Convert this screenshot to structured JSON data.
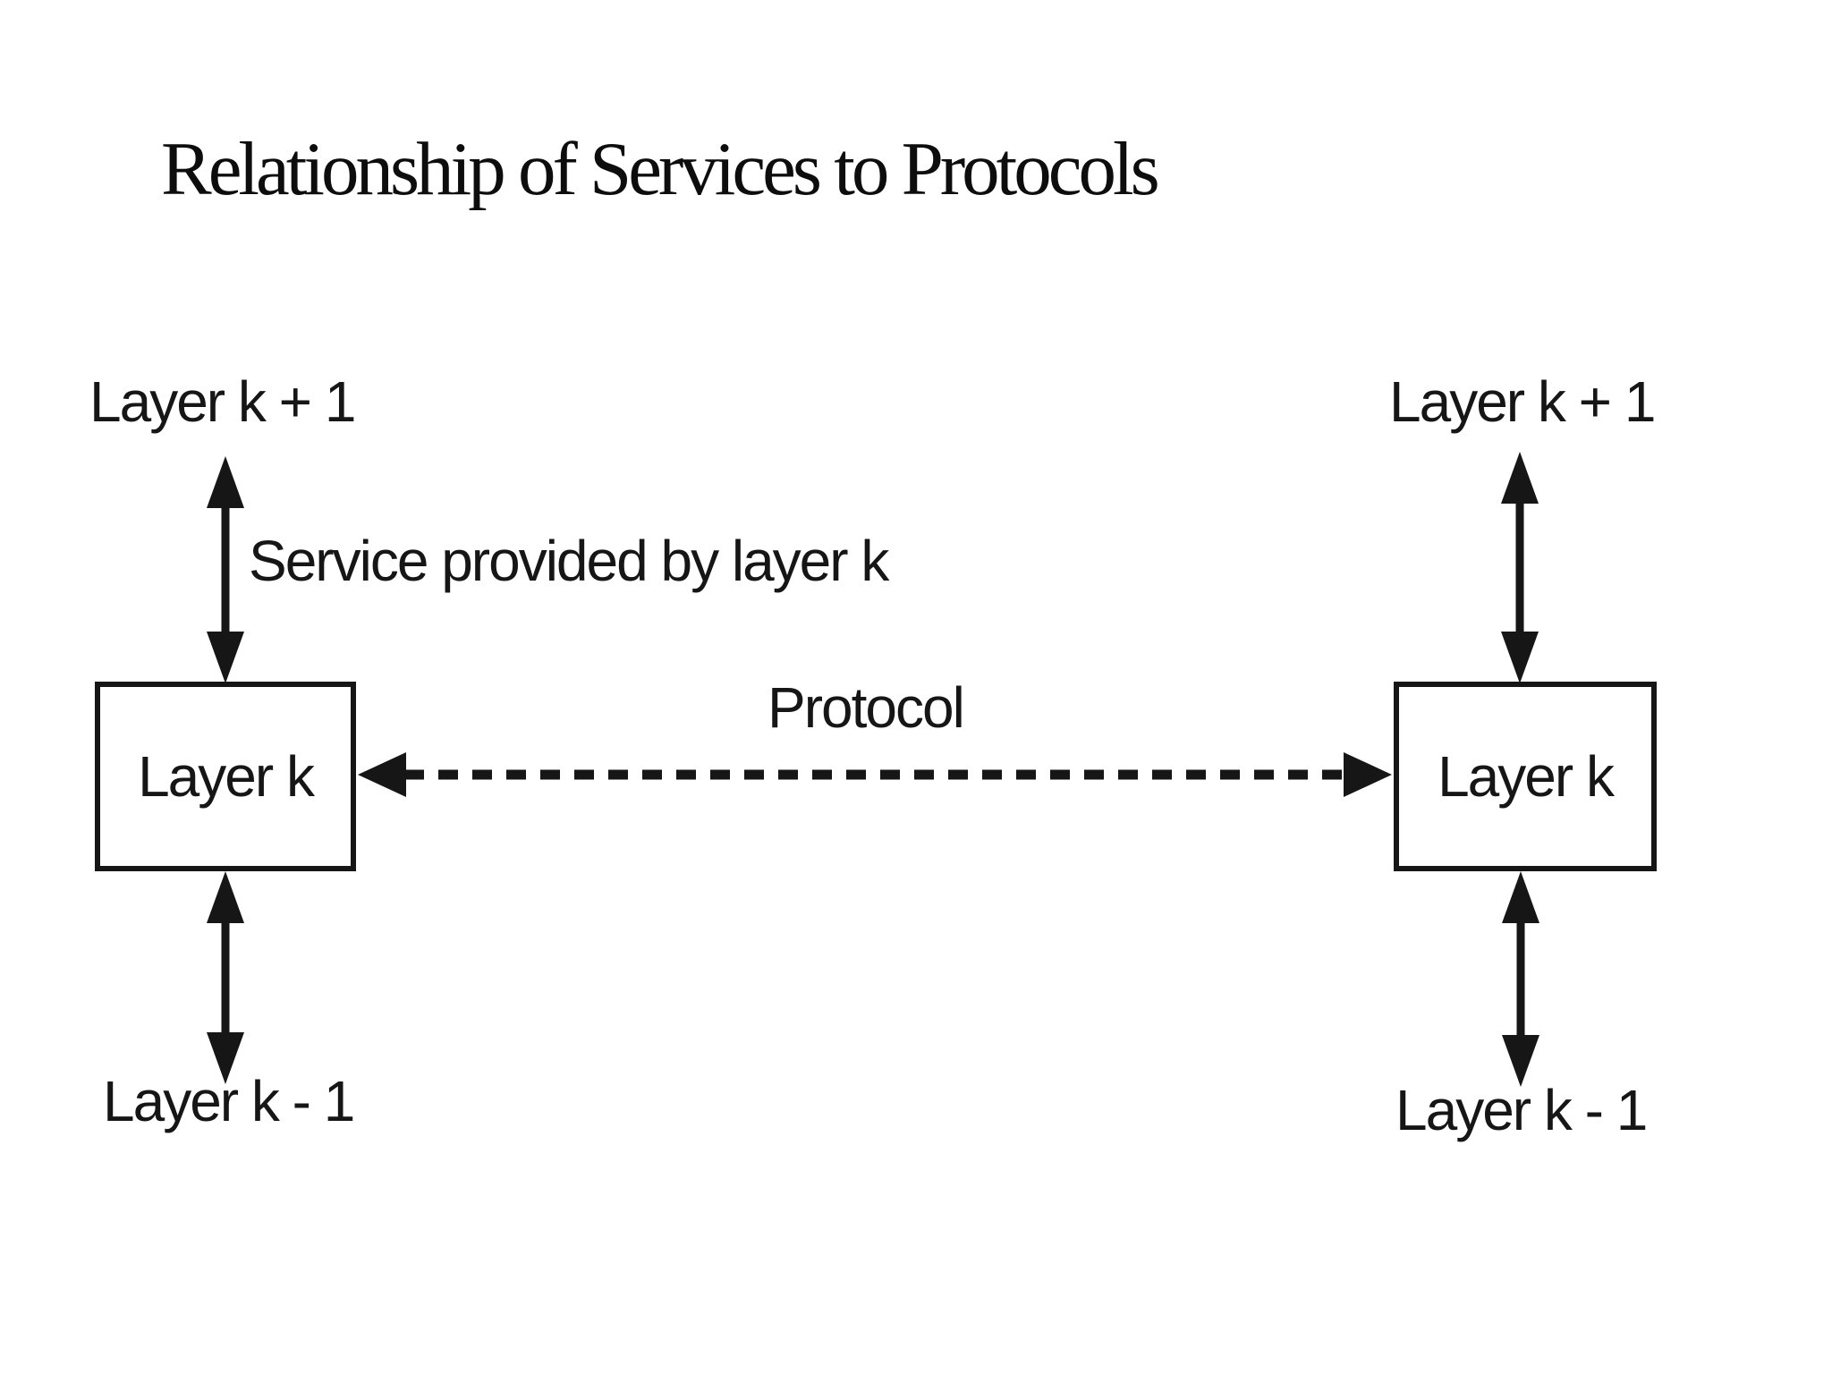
{
  "slide": {
    "title": "Relationship of Services to Protocols",
    "background_color": "#ffffff",
    "ink_color": "#161616"
  },
  "diagram": {
    "left_stack": {
      "upper_label": "Layer k + 1",
      "box_label": "Layer k",
      "lower_label": "Layer k - 1"
    },
    "right_stack": {
      "upper_label": "Layer k + 1",
      "box_label": "Layer k",
      "lower_label": "Layer k - 1"
    },
    "service_arrow_label": "Service provided by layer k",
    "protocol_arrow_label": "Protocol"
  }
}
